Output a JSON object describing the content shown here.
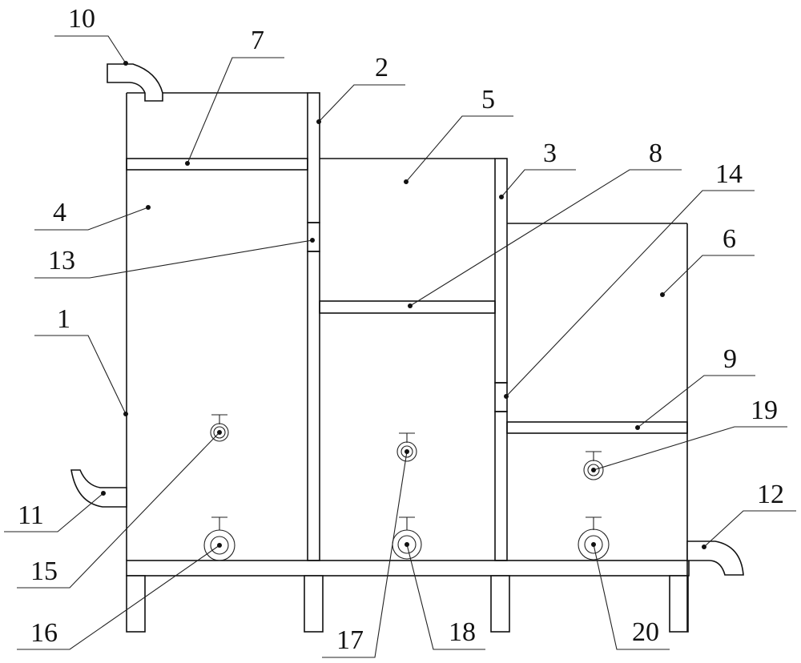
{
  "figure": {
    "type": "patent-style schematic",
    "description": "Three-chamber stepped water treatment tank with filter screens, partition walls with openings, inlet/outlet pipes, valves, and support frame",
    "colors": {
      "line": "#111111",
      "background": "#ffffff"
    }
  },
  "labels": {
    "l1": "1",
    "l2": "2",
    "l3": "3",
    "l4": "4",
    "l5": "5",
    "l6": "6",
    "l7": "7",
    "l8": "8",
    "l9": "9",
    "l10": "10",
    "l11": "11",
    "l12": "12",
    "l13": "13",
    "l14": "14",
    "l15": "15",
    "l16": "16",
    "l17": "17",
    "l18": "18",
    "l19": "19",
    "l20": "20"
  },
  "components": [
    {
      "id": "1",
      "part": "tank-body-left-wall"
    },
    {
      "id": "2",
      "part": "first-partition-wall"
    },
    {
      "id": "3",
      "part": "second-partition-wall"
    },
    {
      "id": "4",
      "part": "first-chamber"
    },
    {
      "id": "5",
      "part": "second-chamber"
    },
    {
      "id": "6",
      "part": "third-chamber"
    },
    {
      "id": "7",
      "part": "filter-screen-1"
    },
    {
      "id": "8",
      "part": "filter-screen-2"
    },
    {
      "id": "9",
      "part": "filter-screen-3"
    },
    {
      "id": "10",
      "part": "top-inlet-pipe"
    },
    {
      "id": "11",
      "part": "side-inlet-pipe"
    },
    {
      "id": "12",
      "part": "outlet-pipe"
    },
    {
      "id": "13",
      "part": "opening-in-partition-2"
    },
    {
      "id": "14",
      "part": "opening-in-partition-3"
    },
    {
      "id": "15",
      "part": "valve-chamber-1-upper"
    },
    {
      "id": "16",
      "part": "valve-chamber-1-lower"
    },
    {
      "id": "17",
      "part": "valve-chamber-2-upper"
    },
    {
      "id": "18",
      "part": "valve-chamber-2-lower"
    },
    {
      "id": "19",
      "part": "valve-chamber-3-upper"
    },
    {
      "id": "20",
      "part": "valve-chamber-3-lower"
    }
  ]
}
